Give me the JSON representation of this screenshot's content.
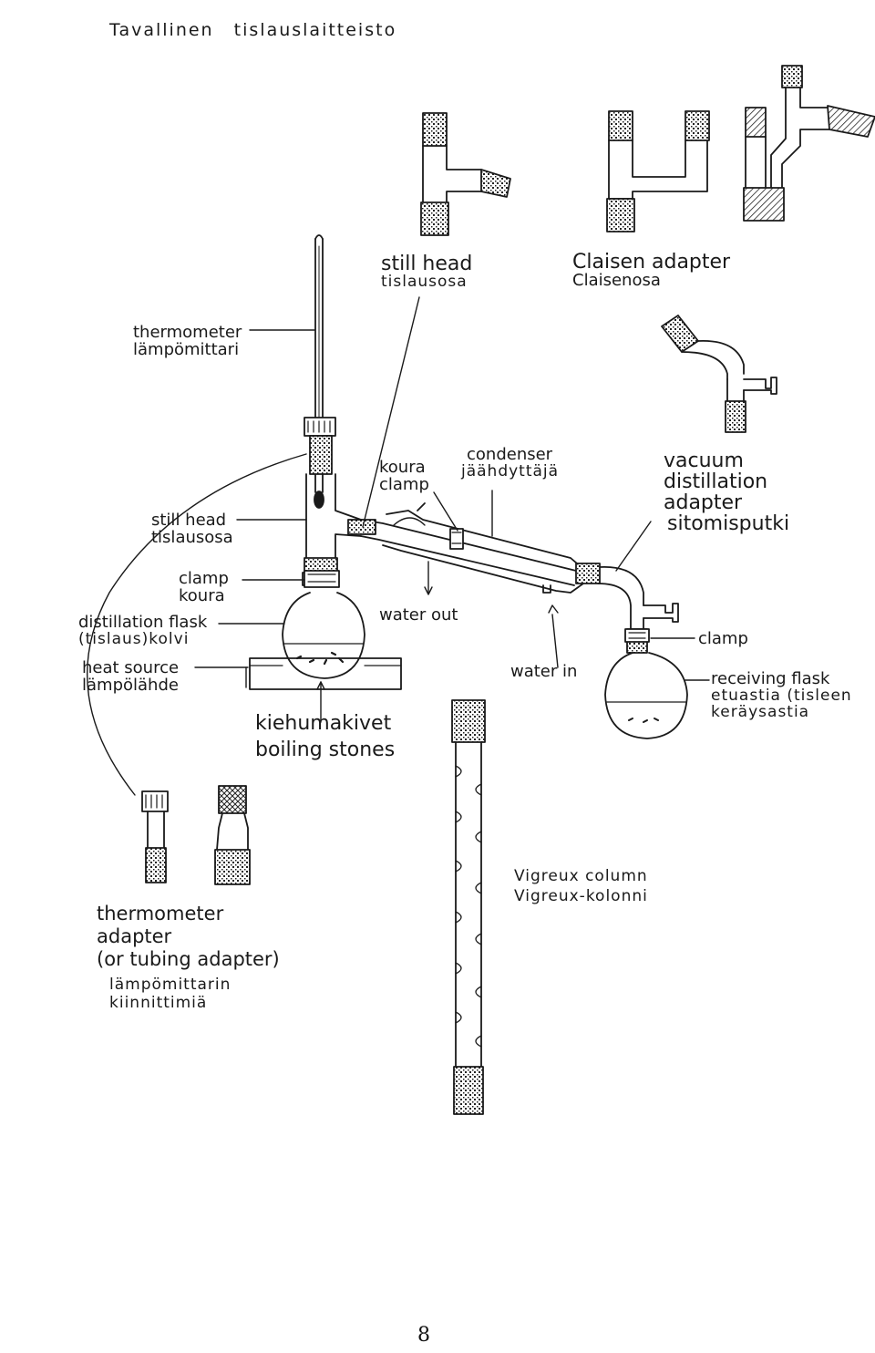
{
  "title": {
    "line1": "Tavallinen",
    "line2": "tislauslaitteisto"
  },
  "labels": {
    "still_head_top": {
      "en": "still head",
      "fi": "tislausosa"
    },
    "claisen": {
      "en": "Claisen adapter",
      "fi": "Claisenosa"
    },
    "thermometer": {
      "en": "thermometer",
      "fi": "lämpömittari"
    },
    "koura_clamp": {
      "fi": "koura",
      "en": "clamp"
    },
    "condenser": {
      "en": "condenser",
      "fi": "jäähdyttäjä"
    },
    "vacuum": {
      "en1": "vacuum",
      "en2": "distillation",
      "en3": "adapter",
      "fi": "sitomisputki"
    },
    "still_head_side": {
      "en": "still head",
      "fi": "tislausosa"
    },
    "clamp_left": {
      "en": "clamp",
      "fi": "koura"
    },
    "distillation_flask": {
      "en": "distillation flask",
      "fi": "(tislaus)kolvi"
    },
    "heat_source": {
      "en": "heat source",
      "fi": "lämpölähde"
    },
    "water_out": {
      "en": "water out"
    },
    "water_in": {
      "en": "water in"
    },
    "clamp_right": {
      "en": "clamp"
    },
    "receiving_flask": {
      "en": "receiving flask",
      "fi1": "etuastia  (tisleen",
      "fi2": "keräysastia"
    },
    "boiling_stones": {
      "fi": "kiehumakivet",
      "en": "boiling stones"
    },
    "thermometer_adapter": {
      "en1": "thermometer",
      "en2": "adapter",
      "en3": "(or tubing adapter)",
      "fi1": "lämpömittarin",
      "fi2": "kiinnittimiä"
    },
    "vigreux": {
      "en": "Vigreux column",
      "fi": "Vigreux-kolonni"
    }
  },
  "page_number": "8"
}
